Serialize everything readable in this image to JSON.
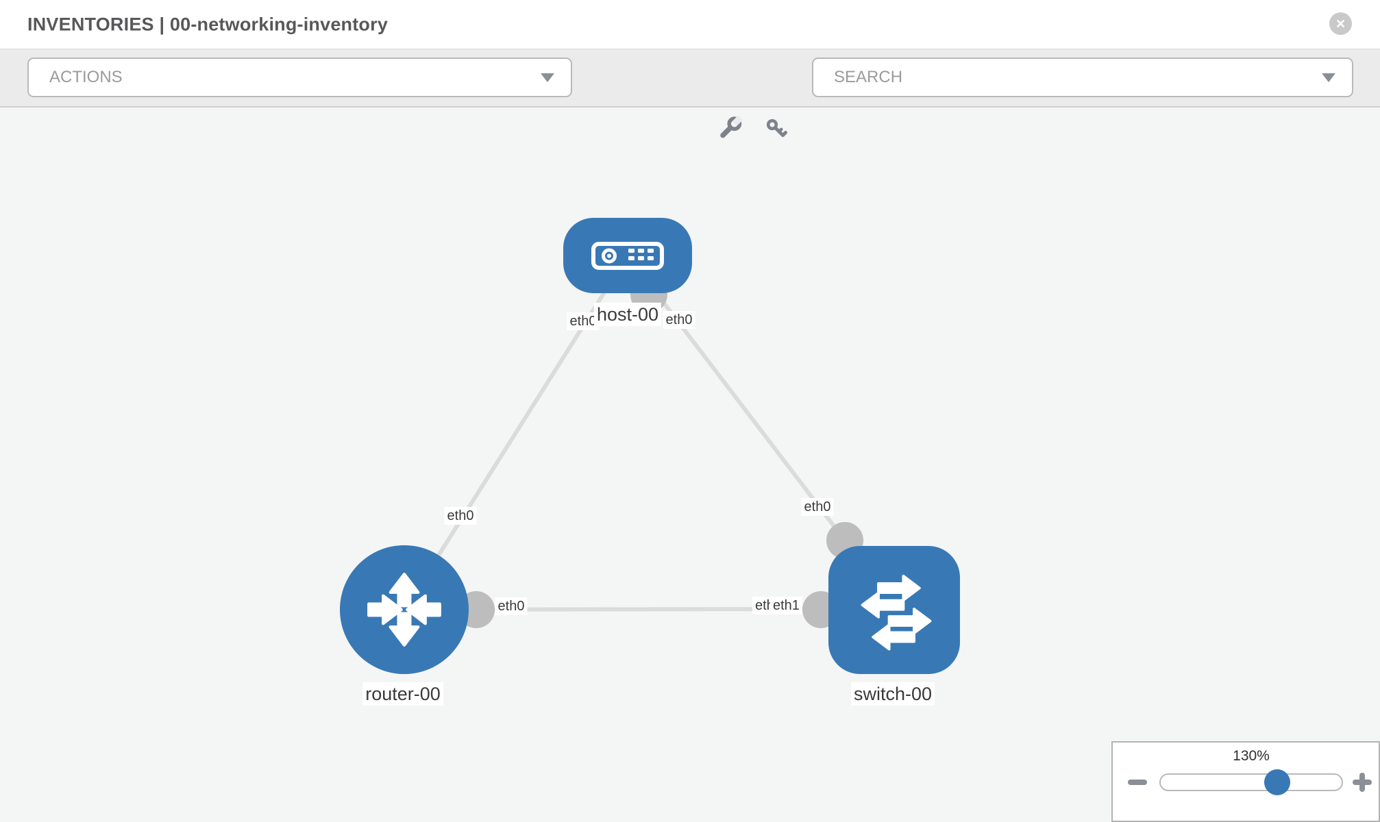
{
  "header": {
    "title": "INVENTORIES | 00-networking-inventory",
    "close_glyph": "✕"
  },
  "toolbar": {
    "actions_label": "ACTIONS",
    "search_label": "SEARCH",
    "icons": {
      "left": "wrench-icon",
      "right": "key-icon"
    }
  },
  "canvas": {
    "nodes": {
      "host": {
        "label": "host-00",
        "type": "host"
      },
      "router": {
        "label": "router-00",
        "type": "router"
      },
      "switch": {
        "label": "switch-00",
        "type": "switch"
      }
    },
    "interfaces": {
      "host_left": "eth0",
      "host_right": "eth0",
      "link_router_host": "eth0",
      "link_host_switch": "eth0",
      "router_bottom": "eth0",
      "switch_bottom_under": "eth0",
      "switch_bottom_over": "eth1"
    },
    "links": [
      {
        "from": "router-00",
        "from_interface": "eth0",
        "to": "host-00",
        "to_interface": "eth0"
      },
      {
        "from": "host-00",
        "from_interface": "eth0",
        "to": "switch-00",
        "to_interface": "eth0"
      },
      {
        "from": "router-00",
        "from_interface": "eth0",
        "to": "switch-00",
        "to_interface": "eth1"
      }
    ]
  },
  "zoom_control": {
    "percent": "130%",
    "minus_icon": "zoom-out",
    "plus_icon": "zoom-in"
  },
  "colors": {
    "node_blue": "#3879b5",
    "link_gray": "#dbdbdb",
    "connector_gray": "#bdbdbd",
    "canvas_bg": "#f4f5f5",
    "toolbar_bg": "#ebebeb"
  }
}
